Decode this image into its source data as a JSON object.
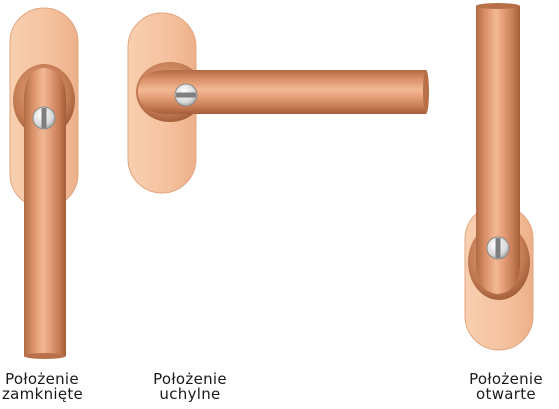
{
  "positions": [
    {
      "label_line1": "Położenie",
      "label_line2": "zamknięte"
    },
    {
      "label_line1": "Położenie",
      "label_line2": "uchylne"
    },
    {
      "label_line1": "Położenie",
      "label_line2": "otwarte"
    }
  ],
  "colors": {
    "rose_light": "#f7c8a6",
    "copper_mid": "#d9926a",
    "copper_dark": "#a9643f",
    "copper_highlight": "#f6c3a4",
    "screw_silver": "#e6e6e6",
    "caption_text": "#1a1a1a"
  }
}
